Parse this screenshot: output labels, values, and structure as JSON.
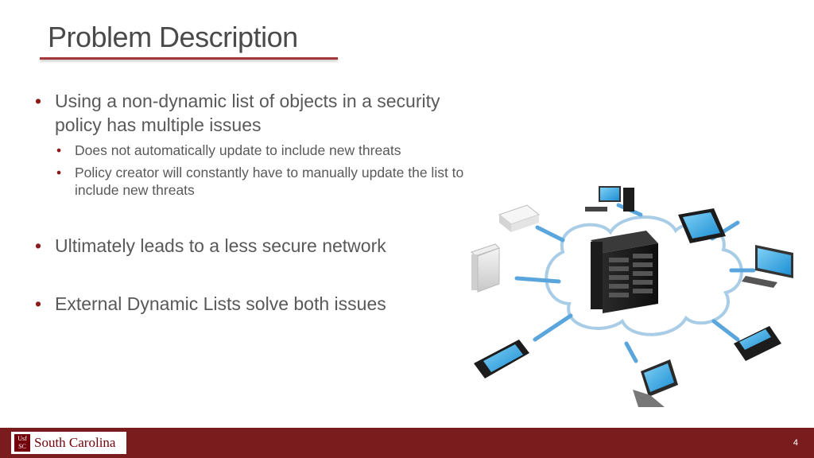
{
  "slide": {
    "title": "Problem Description",
    "bullets": {
      "main": "Using a non-dynamic list of objects in a security policy has multiple issues",
      "sub1": "Does not automatically update to include new threats",
      "sub2": "Policy creator will constantly have to manually update the list to include new threats",
      "b2": "Ultimately leads to a less secure network",
      "b3": "External Dynamic Lists solve both issues"
    },
    "page_number": "4"
  },
  "footer": {
    "logo_mark_line1": "Usf",
    "logo_mark_line2": "SC",
    "logo_text": "South Carolina"
  },
  "colors": {
    "accent": "#a3383a",
    "footer_bg": "#7a1c1e",
    "cloud_stroke": "#a9cde6",
    "arrow": "#5aa6dc"
  }
}
